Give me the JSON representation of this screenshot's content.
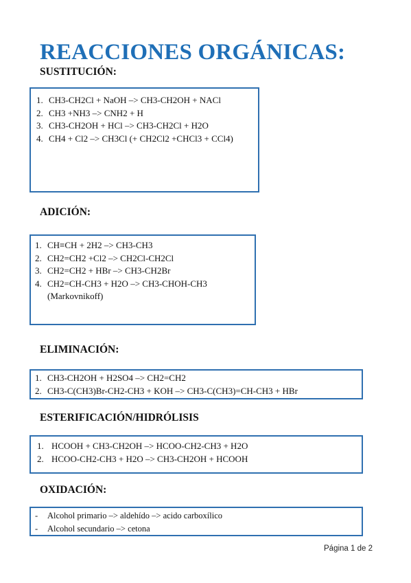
{
  "title": "REACCIONES ORGÁNICAS:",
  "sections": [
    {
      "heading": "SUSTITUCIÓN:",
      "markers": [
        "1.",
        "2.",
        "3.",
        "4."
      ],
      "items": [
        "CH3-CH2Cl + NaOH –> CH3-CH2OH + NACl",
        "CH3 +NH3 –> CNH2 + H",
        "CH3-CH2OH + HCl –> CH3-CH2Cl + H2O",
        "CH4 + Cl2 –> CH3Cl (+ CH2Cl2 +CHCl3 + CCl4)"
      ]
    },
    {
      "heading": "ADICIÓN:",
      "markers": [
        "1.",
        "2.",
        "3.",
        "4."
      ],
      "items": [
        "CH≡CH + 2H2 –> CH3-CH3",
        "CH2=CH2 +Cl2 –> CH2Cl-CH2Cl",
        "CH2=CH2 + HBr –> CH3-CH2Br",
        "CH2=CH-CH3 + H2O –> CH3-CHOH-CH3"
      ],
      "note": "(Markovnikoff)"
    },
    {
      "heading": "ELIMINACIÓN:",
      "markers": [
        "1.",
        "2."
      ],
      "items": [
        "CH3-CH2OH + H2SO4 –> CH2=CH2",
        "CH3-C(CH3)Br-CH2-CH3 + KOH –> CH3-C(CH3)=CH-CH3 + HBr"
      ]
    },
    {
      "heading": "ESTERIFICACIÓN/HIDRÓLISIS",
      "markers": [
        "1.",
        "2."
      ],
      "items": [
        "HCOOH + CH3-CH2OH –> HCOO-CH2-CH3 + H2O",
        "HCOO-CH2-CH3 + H2O –> CH3-CH2OH + HCOOH"
      ]
    },
    {
      "heading": "OXIDACIÓN:",
      "markers": [
        "-",
        "-"
      ],
      "items": [
        "Alcohol primario –> aldehído –> acido carboxílico",
        "Alcohol secundario –> cetona"
      ]
    }
  ],
  "footer": "Página 1 de 2",
  "colors": {
    "title": "#1f6fb7",
    "box_border": "#2e6fb0"
  }
}
